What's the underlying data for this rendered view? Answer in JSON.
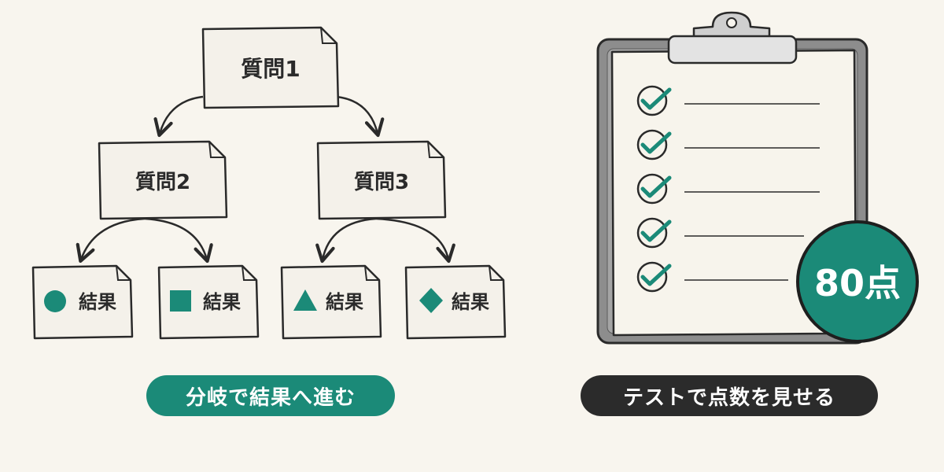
{
  "colors": {
    "accent": "#1b8a78",
    "ink": "#2a2a2a",
    "paper": "#f4f1ea",
    "background": "#f8f5ee",
    "dark_pill": "#2b2b2b"
  },
  "tree": {
    "root": {
      "label": "質問1"
    },
    "branches": [
      {
        "label": "質問2",
        "results": [
          {
            "shape": "circle",
            "label": "結果"
          },
          {
            "shape": "square",
            "label": "結果"
          }
        ]
      },
      {
        "label": "質問3",
        "results": [
          {
            "shape": "triangle",
            "label": "結果"
          },
          {
            "shape": "diamond",
            "label": "結果"
          }
        ]
      }
    ]
  },
  "captions": {
    "left": "分岐で結果へ進む",
    "right": "テストで点数を見せる"
  },
  "clipboard": {
    "checked_items": 5,
    "score_badge": "80点"
  }
}
